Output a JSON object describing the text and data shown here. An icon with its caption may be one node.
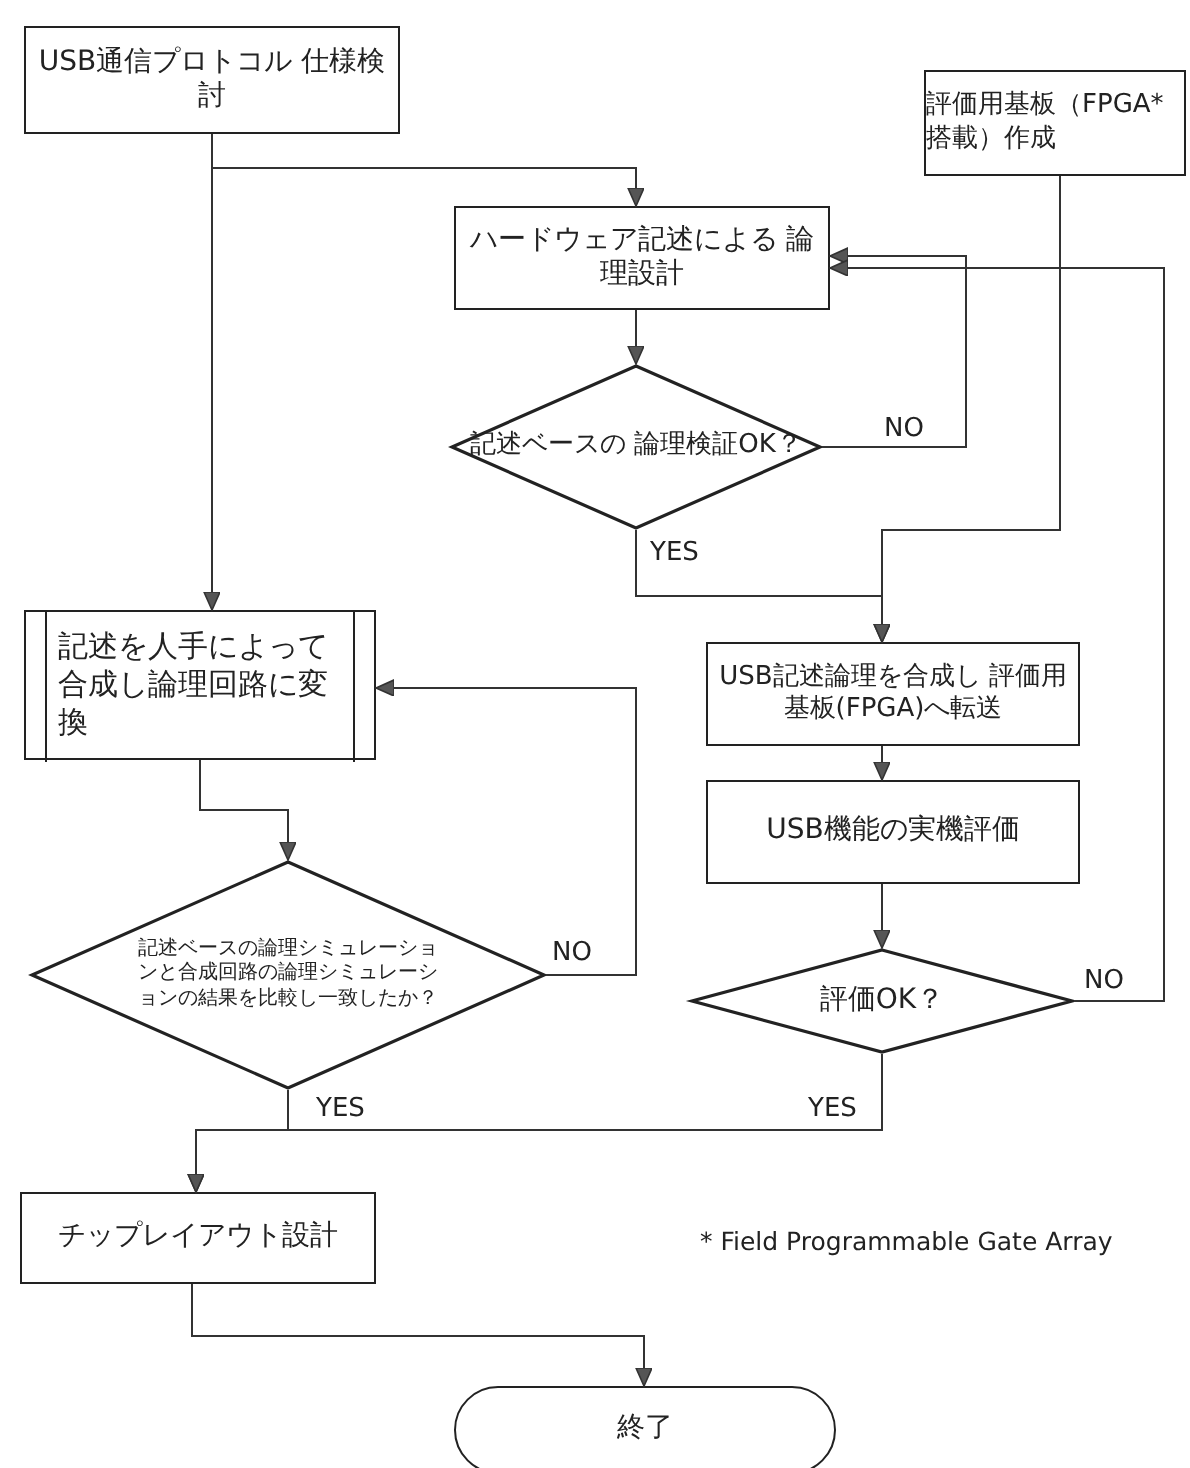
{
  "diagram": {
    "nodes": [
      {
        "text": [
          "USB通信プロトコル 仕様検討"
        ]
      },
      {
        "text": [
          "評価用基板（FPGA*搭載）作成"
        ]
      },
      {
        "text": [
          "ハードウェア記述による 論理設計"
        ]
      },
      {
        "text": [
          "記述ベースの 論理検証OK？"
        ]
      },
      {
        "text": [
          "記述を人手によって合成し論理回路に変換"
        ]
      },
      {
        "text": [
          "記述ベースの論理シミュレーションと合成回路の論理シミュレーションの結果を比較し一致したか？"
        ]
      },
      {
        "text": [
          "USB記述論理を合成し 評価用基板(FPGA)へ転送"
        ]
      },
      {
        "text": [
          "USB機能の実機評価"
        ]
      },
      {
        "text": [
          "評価OK？"
        ]
      },
      {
        "text": [
          "チップレイアウト設計"
        ]
      },
      {
        "text": [
          "終了"
        ]
      }
    ],
    "edges": [
      {
        "from": 0,
        "to": 4,
        "arrow": "to"
      },
      {
        "from": 0,
        "to": 2,
        "arrow": "to"
      },
      {
        "from": 2,
        "to": 3,
        "arrow": "to"
      },
      {
        "from": 3,
        "to": 2,
        "arrow": "to",
        "label": "NO"
      },
      {
        "from": 1,
        "to": 6,
        "arrow": "to"
      },
      {
        "from": 3,
        "to": 6,
        "arrow": "to",
        "label": "YES"
      },
      {
        "from": 6,
        "to": 7,
        "arrow": "to"
      },
      {
        "from": 7,
        "to": 8,
        "arrow": "to"
      },
      {
        "from": 8,
        "to": 2,
        "arrow": "to",
        "label": "NO"
      },
      {
        "from": 4,
        "to": 5,
        "arrow": "to"
      },
      {
        "from": 5,
        "to": 4,
        "arrow": "to",
        "label": "NO"
      },
      {
        "from": 5,
        "to": 9,
        "arrow": "to",
        "label": "YES"
      },
      {
        "from": 8,
        "to": 9,
        "arrow": "to",
        "label": "YES"
      },
      {
        "from": 9,
        "to": 10,
        "arrow": "to"
      }
    ],
    "labels": [
      "* Field Programmable Gate Array"
    ]
  }
}
